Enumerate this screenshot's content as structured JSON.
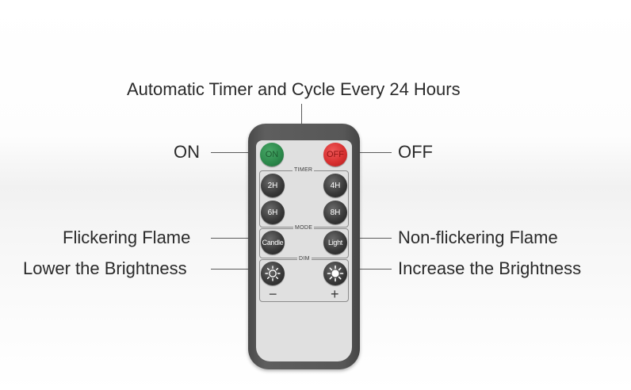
{
  "labels": {
    "top": "Automatic Timer and Cycle Every 24 Hours",
    "on": "ON",
    "off": "OFF",
    "flicker": "Flickering Flame",
    "nonflicker": "Non-flickering Flame",
    "lower": "Lower the Brightness",
    "increase": "Increase the Brightness"
  },
  "remote": {
    "on_button": "ON",
    "off_button": "OFF",
    "timer_title": "TIMER",
    "mode_title": "MODE",
    "dim_title": "DIM",
    "btn_2h": "2H",
    "btn_4h": "4H",
    "btn_6h": "6H",
    "btn_8h": "8H",
    "btn_candle": "Candle",
    "btn_light": "Light",
    "minus": "−",
    "plus": "+"
  },
  "colors": {
    "on_button": "#2d8a4c",
    "off_button": "#d83030",
    "remote_body": "#575757",
    "remote_face": "#e0e0e0"
  },
  "icons": {
    "dim_down": "sun-outline-icon",
    "dim_up": "sun-filled-icon"
  }
}
